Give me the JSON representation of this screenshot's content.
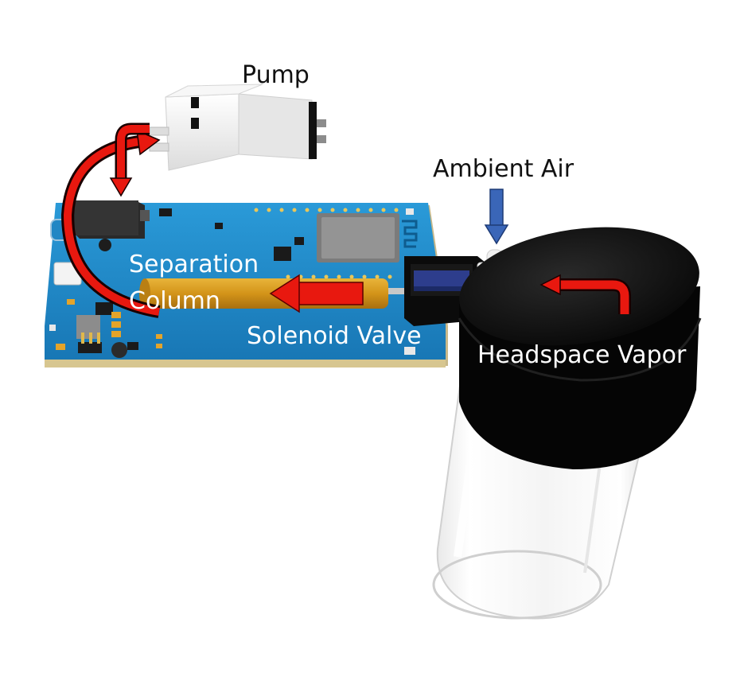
{
  "labels": {
    "pump": "Pump",
    "ambient_air": "Ambient Air",
    "separation_line1": "Separation",
    "separation_line2": "Column",
    "solenoid_valve": "Solenoid Valve",
    "headspace_vapor": "Headspace Vapor"
  },
  "colors": {
    "flow_arrow": "#e8180f",
    "air_arrow": "#3a66b8",
    "pcb": "#1f8ccc",
    "column": "#d59a1a",
    "cap": "#0a0a0a",
    "pump_body": "#f2f2f2"
  },
  "icons": {
    "flow": "red-flow-arrow",
    "air": "blue-down-arrow"
  }
}
